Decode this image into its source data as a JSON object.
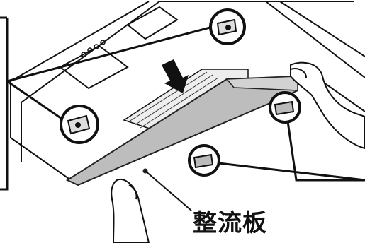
{
  "figure": {
    "part_label": "整流板"
  },
  "colors": {
    "line": "#111111",
    "panel_fill": "#bdbdbd",
    "panel_edge": "#222222",
    "background": "#ffffff",
    "vent_fill": "#e9e9e9"
  },
  "icons": [
    "down-arrow-icon",
    "hand-icon",
    "magnifier-callout",
    "vent-grille"
  ]
}
